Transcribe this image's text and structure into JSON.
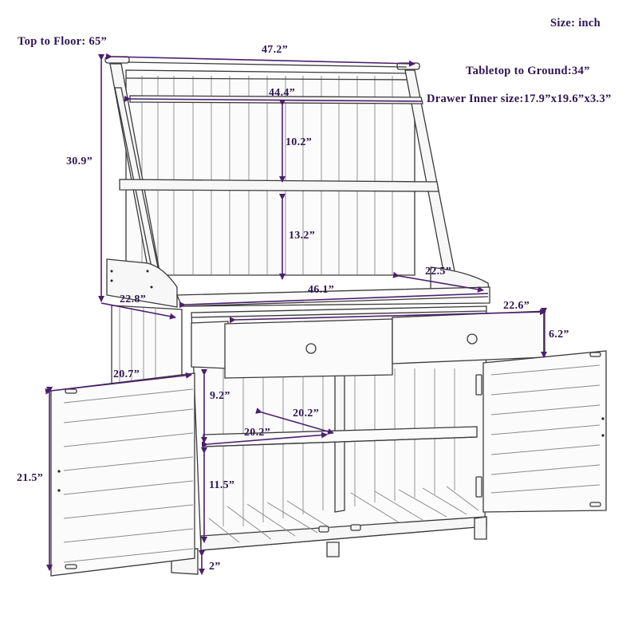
{
  "diagram": {
    "subject": "Potting bench with hutch shelves, two drawers and double-door cabinet",
    "unit_note": "Size: inch",
    "notes": {
      "top_to_floor": "Top to Floor: 65”",
      "tabletop_to_ground": "Tabletop to Ground:34”",
      "drawer_inner_size": "Drawer Inner size:17.9”x19.6”x3.3”"
    },
    "dimensions": {
      "overall_top_width": "47.2”",
      "top_shelf_width": "44.4”",
      "top_shelf_gap": "10.2”",
      "hutch_height": "30.9”",
      "lower_shelf_gap": "13.2”",
      "side_panel_depth": "22.8”",
      "tabletop_width": "46.1”",
      "tabletop_depth": "22.5”",
      "drawer_width": "22.6”",
      "drawer_height": "6.2”",
      "door_width": "20.7”",
      "upper_compartment_height": "9.2”",
      "shelf_depth": "20.2”",
      "shelf_width": "20.2”",
      "door_height": "21.5”",
      "lower_compartment_height": "11.5”",
      "ground_clearance": "2”"
    },
    "colors": {
      "label": "#2e1651",
      "dimension_line": "#4b1e6e",
      "drawing_line": "#3a3a3a",
      "background": "#ffffff"
    }
  }
}
